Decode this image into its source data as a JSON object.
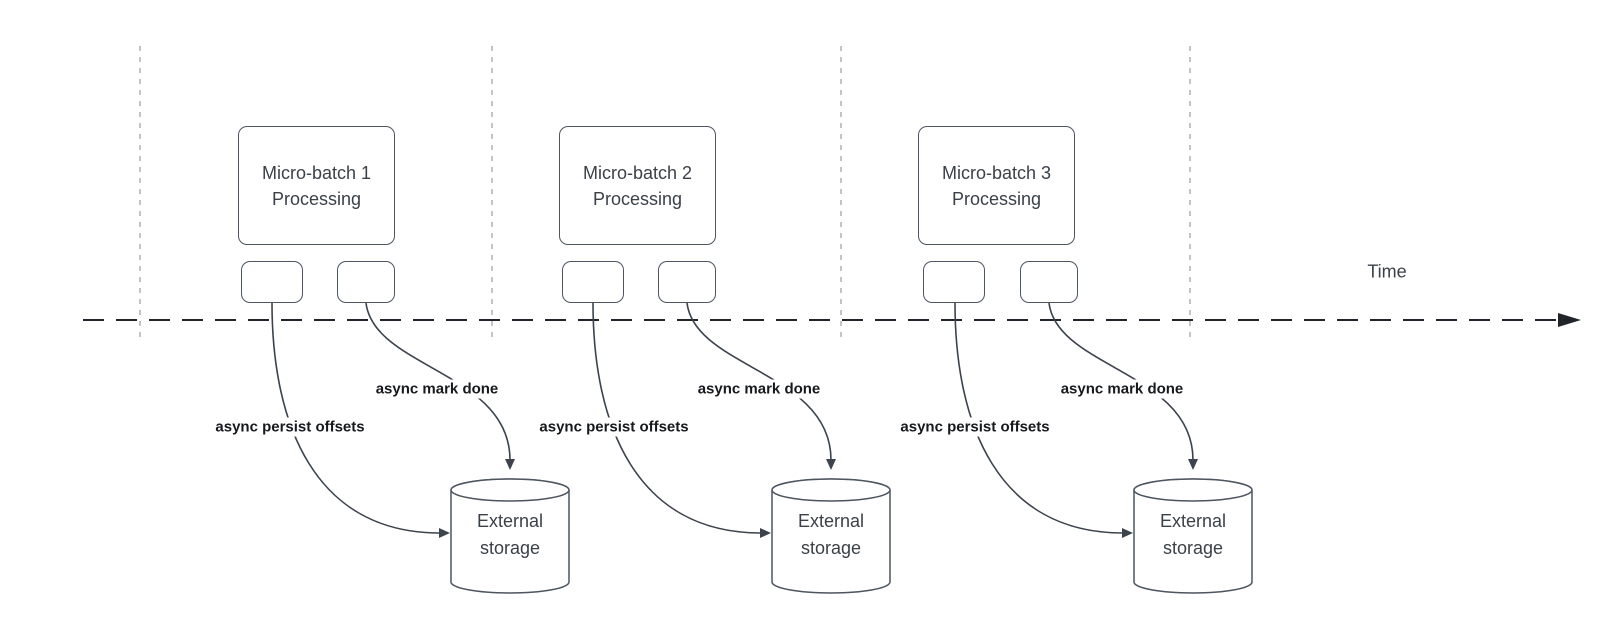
{
  "diagram": {
    "time_label": "Time",
    "batches": [
      {
        "title_line1": "Micro-batch 1",
        "title_line2": "Processing",
        "persist_label": "async persist offsets",
        "done_label": "async mark done",
        "storage_line1": "External",
        "storage_line2": "storage"
      },
      {
        "title_line1": "Micro-batch 2",
        "title_line2": "Processing",
        "persist_label": "async persist offsets",
        "done_label": "async mark done",
        "storage_line1": "External",
        "storage_line2": "storage"
      },
      {
        "title_line1": "Micro-batch 3",
        "title_line2": "Processing",
        "persist_label": "async persist offsets",
        "done_label": "async mark done",
        "storage_line1": "External",
        "storage_line2": "storage"
      }
    ]
  },
  "colors": {
    "line": "#3c434c",
    "grid": "#b4b6b8",
    "axis": "#212529",
    "box-border": "#4d5560",
    "text": "#3a4149",
    "label": "#17191d",
    "bg": "#ffffff"
  }
}
